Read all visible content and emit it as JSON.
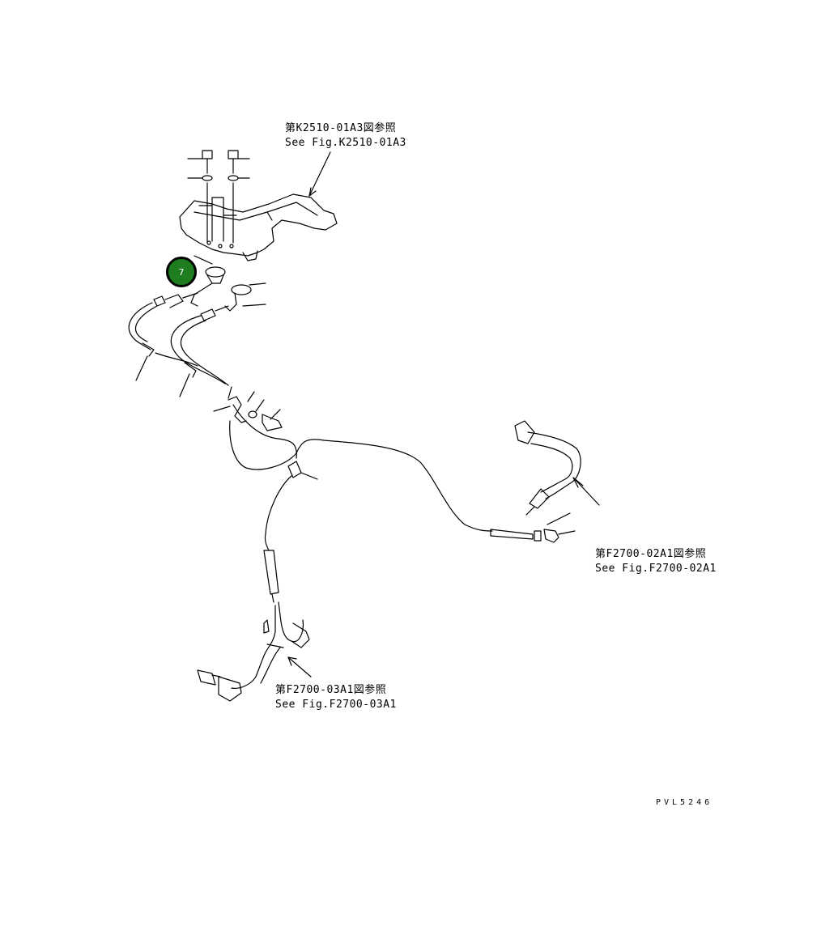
{
  "references": [
    {
      "jp": "第K2510-01A3図参照",
      "en": "See Fig.K2510-01A3"
    },
    {
      "jp": "第F2700-02A1図参照",
      "en": "See Fig.F2700-02A1"
    },
    {
      "jp": "第F2700-03A1図参照",
      "en": "See Fig.F2700-03A1"
    }
  ],
  "callout": {
    "number": "7",
    "color": "#1e7d1e"
  },
  "drawing_code": "PVL5246"
}
